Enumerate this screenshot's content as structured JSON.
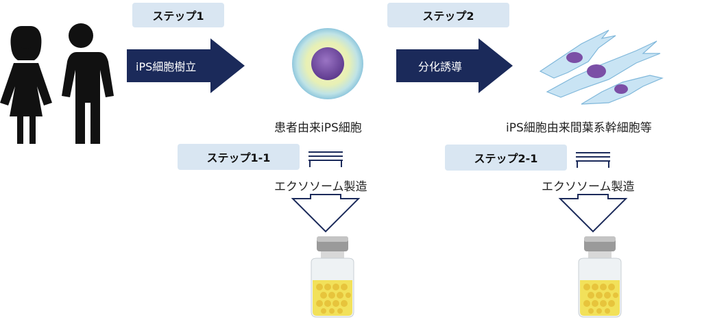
{
  "steps": {
    "step1": "ステップ1",
    "step2": "ステップ2",
    "step1_1": "ステップ1-1",
    "step2_1": "ステップ2-1"
  },
  "arrows": {
    "ips_establishment": "iPS細胞樹立",
    "differentiation": "分化誘導"
  },
  "captions": {
    "patient_ips": "患者由来iPS細胞",
    "msc_cells": "iPS細胞由来間葉系幹細胞等",
    "exosome_left": "エクソソーム製造",
    "exosome_right": "エクソソーム製造"
  },
  "colors": {
    "arrow_navy": "#1b2a5a",
    "label_bg": "#d9e6f2",
    "cell_purple": "#7b4fa6",
    "vial_liquid": "#f2e15a"
  }
}
